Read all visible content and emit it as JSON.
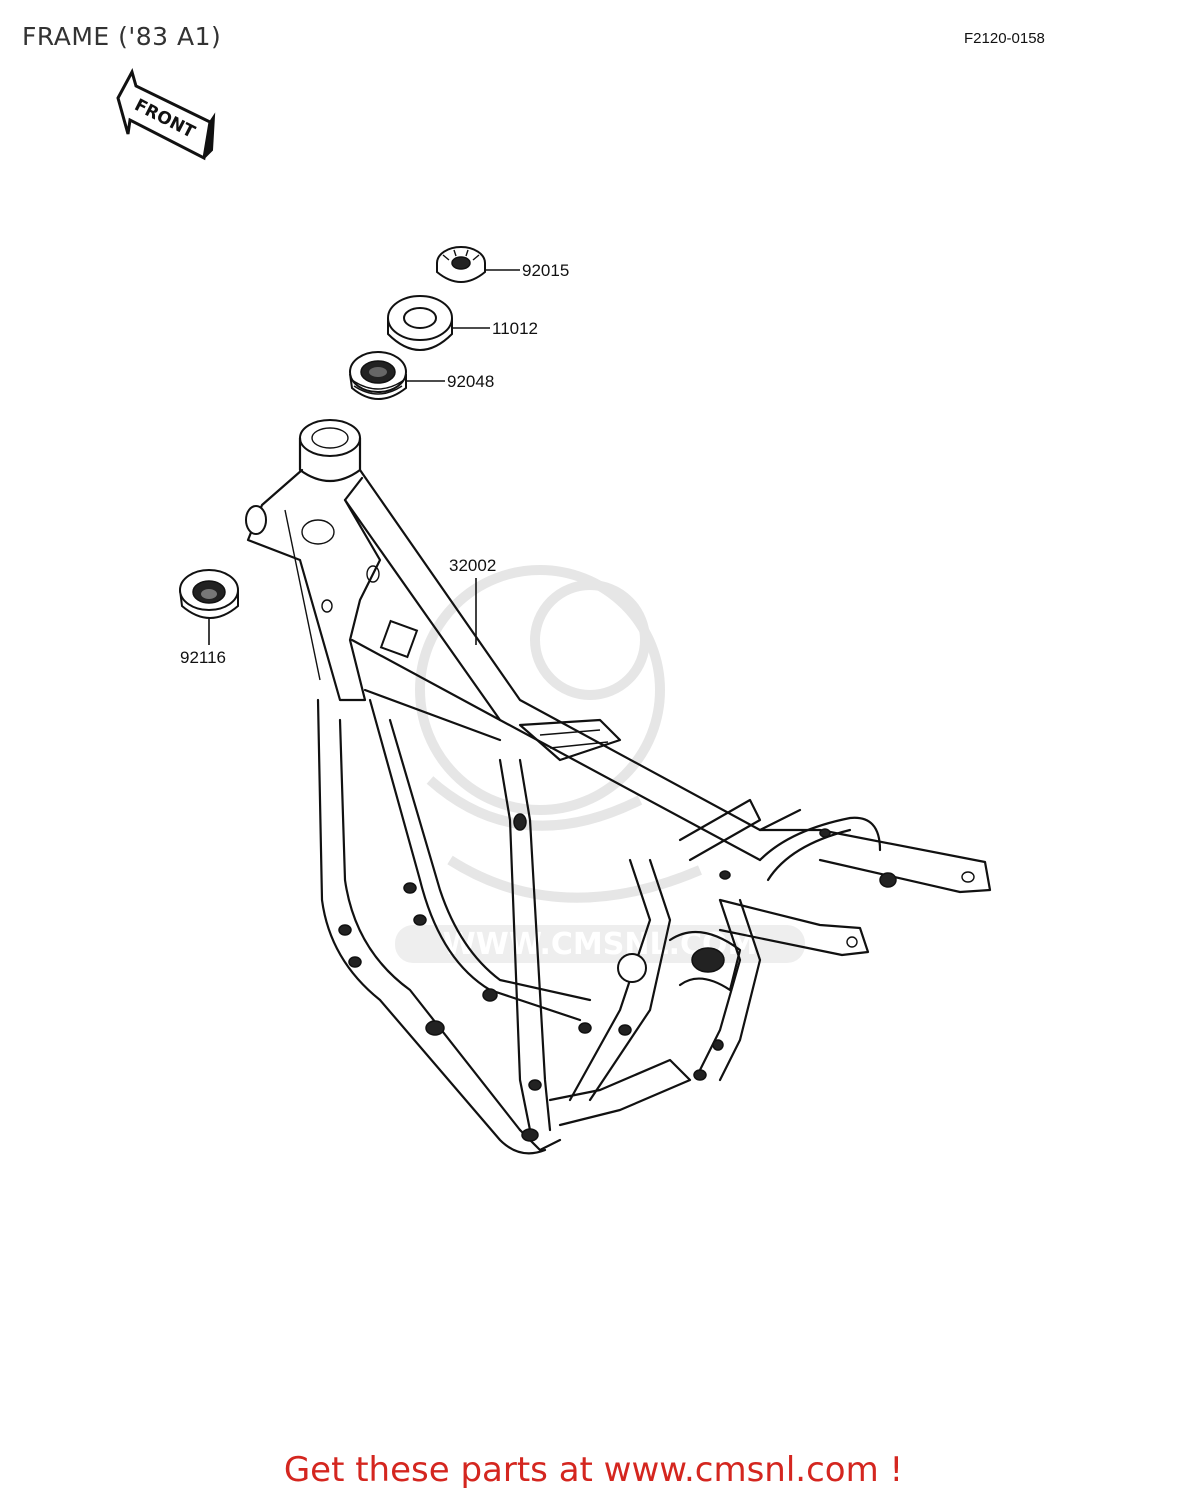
{
  "header": {
    "title": "FRAME ('83 A1)",
    "diagram_code": "F2120-0158"
  },
  "direction_arrow": {
    "label": "FRONT",
    "icon": "front-arrow-icon"
  },
  "parts": [
    {
      "number": "92015",
      "icon": "nut-icon"
    },
    {
      "number": "11012",
      "icon": "washer-icon"
    },
    {
      "number": "92048",
      "icon": "grommet-icon"
    },
    {
      "number": "32002",
      "icon": "frame-icon"
    },
    {
      "number": "92116",
      "icon": "seal-icon"
    }
  ],
  "watermark": {
    "text": "WWW.CMSNL.COM"
  },
  "footer": {
    "link_text": "Get these parts at www.cmsnl.com !",
    "link_color": "#d4261f"
  }
}
